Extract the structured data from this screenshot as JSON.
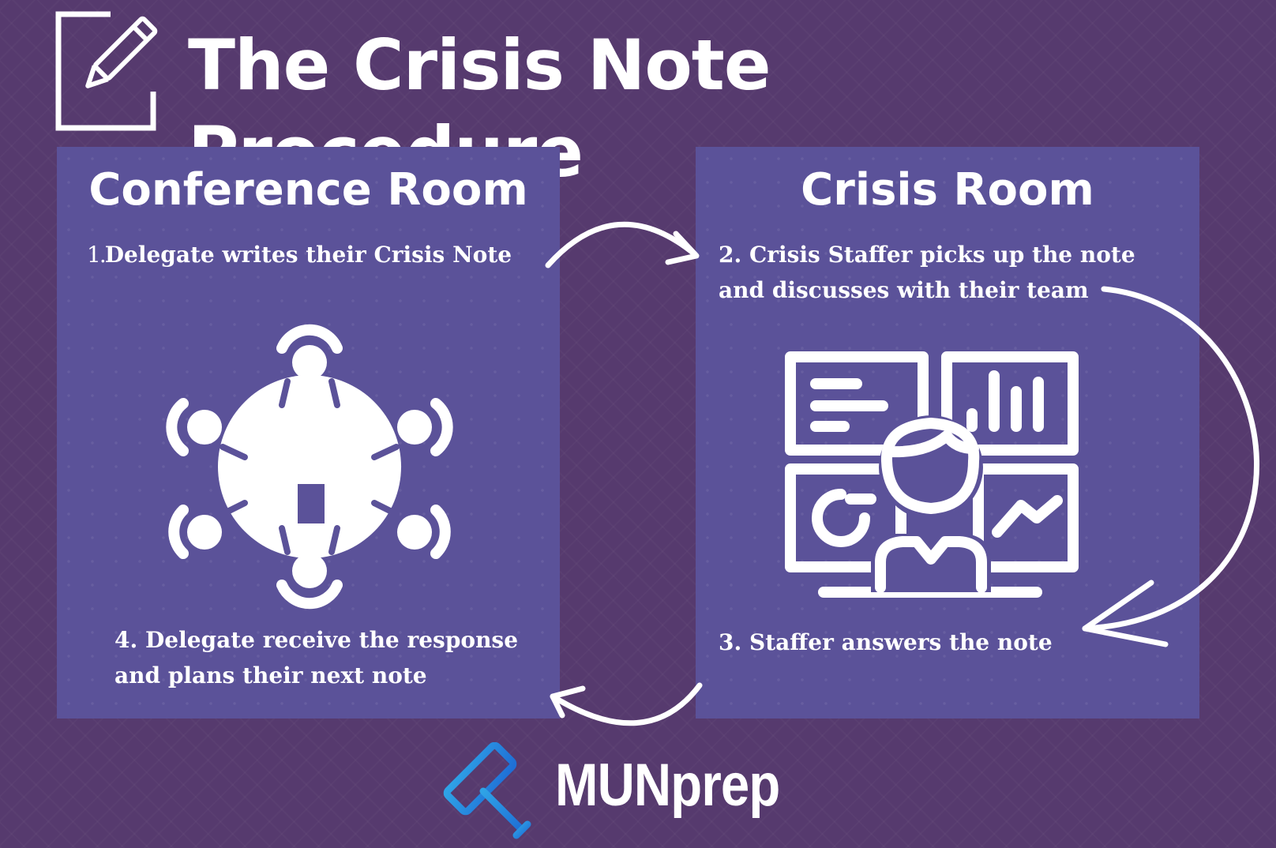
{
  "header": {
    "title": "The Crisis Note Procedure",
    "icon": "edit-note-icon"
  },
  "conference_room": {
    "title": "Conference Room",
    "step1_number": "1.",
    "step1_text": "Delegate writes their Crisis Note",
    "step4_line1": "4. Delegate receive the response",
    "step4_line2": "and plans their next note",
    "icon": "conference-table-icon"
  },
  "crisis_room": {
    "title": "Crisis Room",
    "step2_line1": "2. Crisis Staffer picks up the note",
    "step2_line2": "and discusses with their team",
    "step3_text": "3. Staffer answers the note",
    "icon": "dashboard-analyst-icon"
  },
  "footer": {
    "brand": "MUNprep",
    "logo_icon": "gavel-icon"
  },
  "colors": {
    "background": "#563a6e",
    "panel": "#5b5299",
    "text": "#ffffff",
    "logo_gradient_start": "#2fa3e6",
    "logo_gradient_end": "#1f6fd6"
  }
}
